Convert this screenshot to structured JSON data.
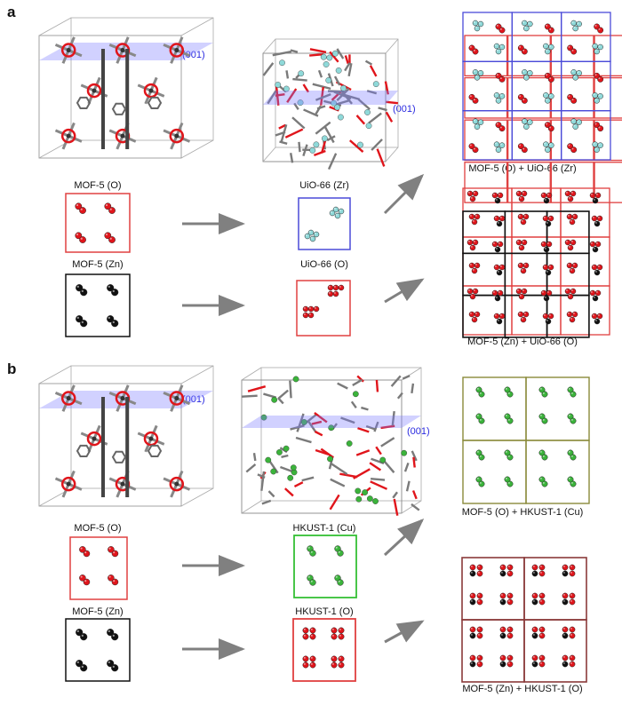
{
  "panels": {
    "a": {
      "letter": "a",
      "plane_label_left": "(001)",
      "plane_label_mid": "(001)",
      "top_caption_left": "MOF-5 (O)",
      "bottom_caption_left": "MOF-5 (Zn)",
      "top_caption_mid": "UiO-66 (Zr)",
      "bottom_caption_mid": "UiO-66 (O)",
      "result_top": "MOF-5 (O) + UiO-66 (Zr)",
      "result_bottom": "MOF-5 (Zn) + UiO-66 (O)"
    },
    "b": {
      "letter": "b",
      "plane_label_left": "(001)",
      "plane_label_mid": "(001)",
      "top_caption_left": "MOF-5 (O)",
      "bottom_caption_left": "MOF-5 (Zn)",
      "top_caption_mid": "HKUST-1 (Cu)",
      "bottom_caption_mid": "HKUST-1 (O)",
      "result_top": "MOF-5 (O) + HKUST-1 (Cu)",
      "result_bottom": "MOF-5 (Zn) + HKUST-1 (O)"
    }
  },
  "colors": {
    "oxygen": "#e0151b",
    "zinc": "#111111",
    "zirconium": "#8fd9d9",
    "copper": "#3bb33b",
    "frame_red": "#e04040",
    "frame_black": "#111111",
    "frame_blue": "#4a4ad8",
    "frame_green": "#35c035",
    "frame_olive": "#8a8a3a",
    "frame_maroon": "#8a3a3a",
    "plane": "#7a7aff",
    "arrow": "#808080"
  }
}
